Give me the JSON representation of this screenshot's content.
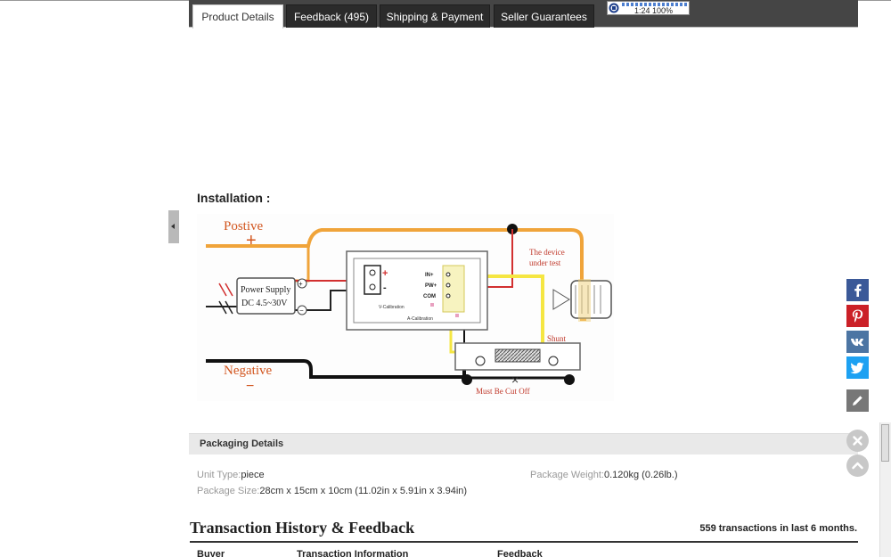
{
  "tabs": [
    {
      "label": "Product Details",
      "active": true
    },
    {
      "label": "Feedback (495)"
    },
    {
      "label": "Shipping & Payment"
    },
    {
      "label": "Seller Guarantees"
    }
  ],
  "mini_widget": {
    "text": "1:24 100%"
  },
  "installation": {
    "title": "Installation :"
  },
  "diagram": {
    "positive_label": "Postive",
    "negative_label": "Negative",
    "power_supply": "Power Supply",
    "voltage": "DC 4.5~30V",
    "device_under_test": [
      "The device",
      "under test"
    ],
    "shunt": "Shunt",
    "cut_off": "Must Be Cut Off",
    "pins": [
      "IN+",
      "PW+",
      "COM"
    ],
    "v_cal": "V-Calibration",
    "a_cal": "A-Calibration"
  },
  "packaging": {
    "header": "Packaging Details",
    "unit_type_key": "Unit Type:",
    "unit_type_val": "piece",
    "package_size_key": "Package Size:",
    "package_size_val": "28cm x 15cm x 10cm (11.02in x 5.91in x 3.94in)",
    "package_weight_key": "Package Weight:",
    "package_weight_val": "0.120kg (0.26lb.)"
  },
  "transactions": {
    "title": "Transaction History & Feedback",
    "count": "559 transactions in last 6 months.",
    "columns": [
      "Buyer",
      "Transaction Information",
      "Feedback"
    ]
  },
  "social": [
    {
      "icon": "facebook-icon",
      "color": "#3b5998"
    },
    {
      "icon": "pinterest-icon",
      "color": "#cb2027"
    },
    {
      "icon": "vk-icon",
      "color": "#4c75a3"
    },
    {
      "icon": "twitter-icon",
      "color": "#1da1f2"
    },
    {
      "icon": "edit-icon",
      "color": "#777777"
    }
  ]
}
